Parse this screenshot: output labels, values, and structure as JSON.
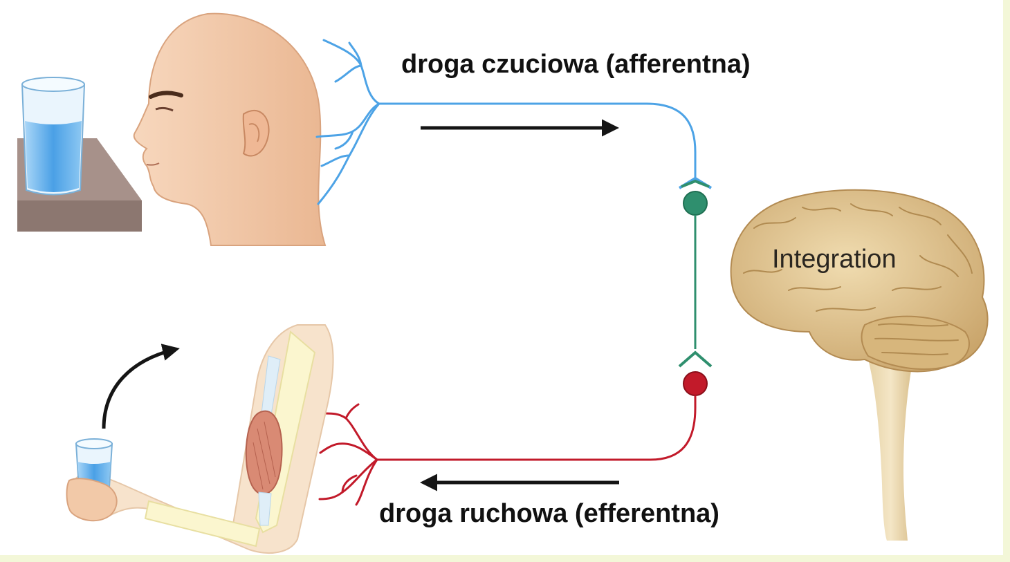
{
  "labels": {
    "afferent": "droga czuciowa (afferentna)",
    "efferent": "droga ruchowa (efferentna)",
    "integration": "Integration"
  },
  "colors": {
    "sensory_pathway": "#4da3e6",
    "interneuron": "#2f8f6e",
    "motor_pathway": "#c21a2a",
    "arrow": "#151515",
    "skin": "#f2c9a8",
    "brain": "#ddc08b",
    "water": "#6fb6ee"
  }
}
